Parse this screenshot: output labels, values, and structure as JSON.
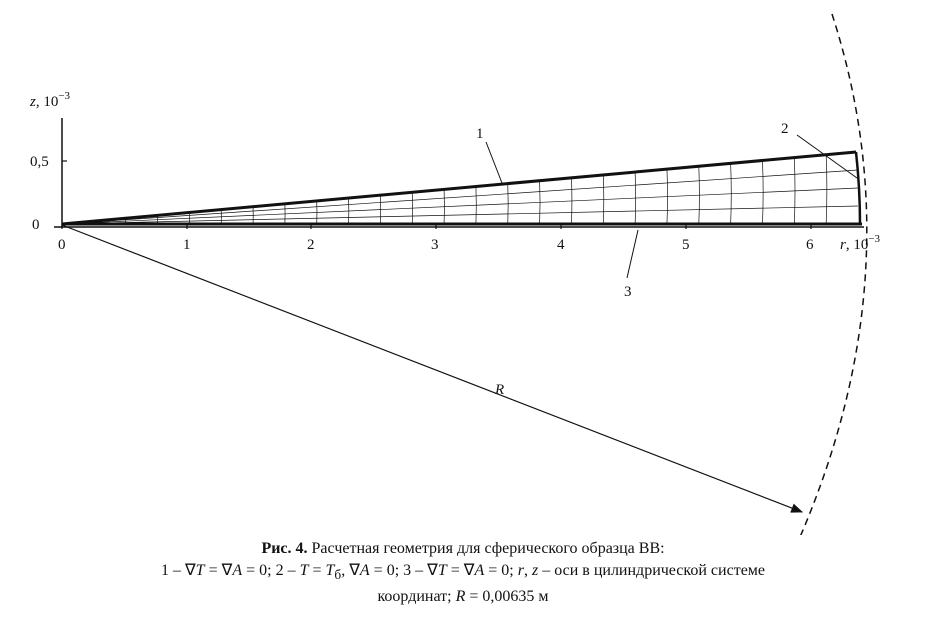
{
  "axes": {
    "z_label": "z",
    "z_unit": ", 10",
    "z_exp": "−3",
    "r_label": "r",
    "r_unit": ", 10",
    "r_exp": "−3",
    "z_ticks": [
      "0",
      "0,5"
    ],
    "r_ticks": [
      "0",
      "1",
      "2",
      "3",
      "4",
      "5",
      "6"
    ]
  },
  "labels": {
    "boundary1": "1",
    "boundary2": "2",
    "boundary3": "3",
    "radius": "R"
  },
  "caption": {
    "fig_label": "Рис. 4.",
    "title": "Расчетная геометрия для сферического образца ВВ:",
    "l1_a": "1 – ∇",
    "l1_T1": "T",
    "l1_b": " = ∇",
    "l1_A1": "A",
    "l1_c": " = 0; 2 – ",
    "l1_T2": "T",
    "l1_d": " = ",
    "l1_Tb": "T",
    "l1_sub": "б",
    "l1_e": ",  ∇",
    "l1_A2": "A",
    "l1_f": " = 0; 3 – ∇",
    "l1_T3": "T",
    "l1_g": " = ∇",
    "l1_A3": "A",
    "l1_h": " = 0; ",
    "l1_r": "r",
    "l1_i": ", ",
    "l1_z": "z",
    "l1_j": " – оси в цилиндрической системе",
    "l2_a": "координат; ",
    "l2_R": "R",
    "l2_b": " = 0,00635 м"
  },
  "geometry": {
    "R_m": 0.00635,
    "mesh_radial_divisions": 25,
    "mesh_angular_divisions": 4
  }
}
